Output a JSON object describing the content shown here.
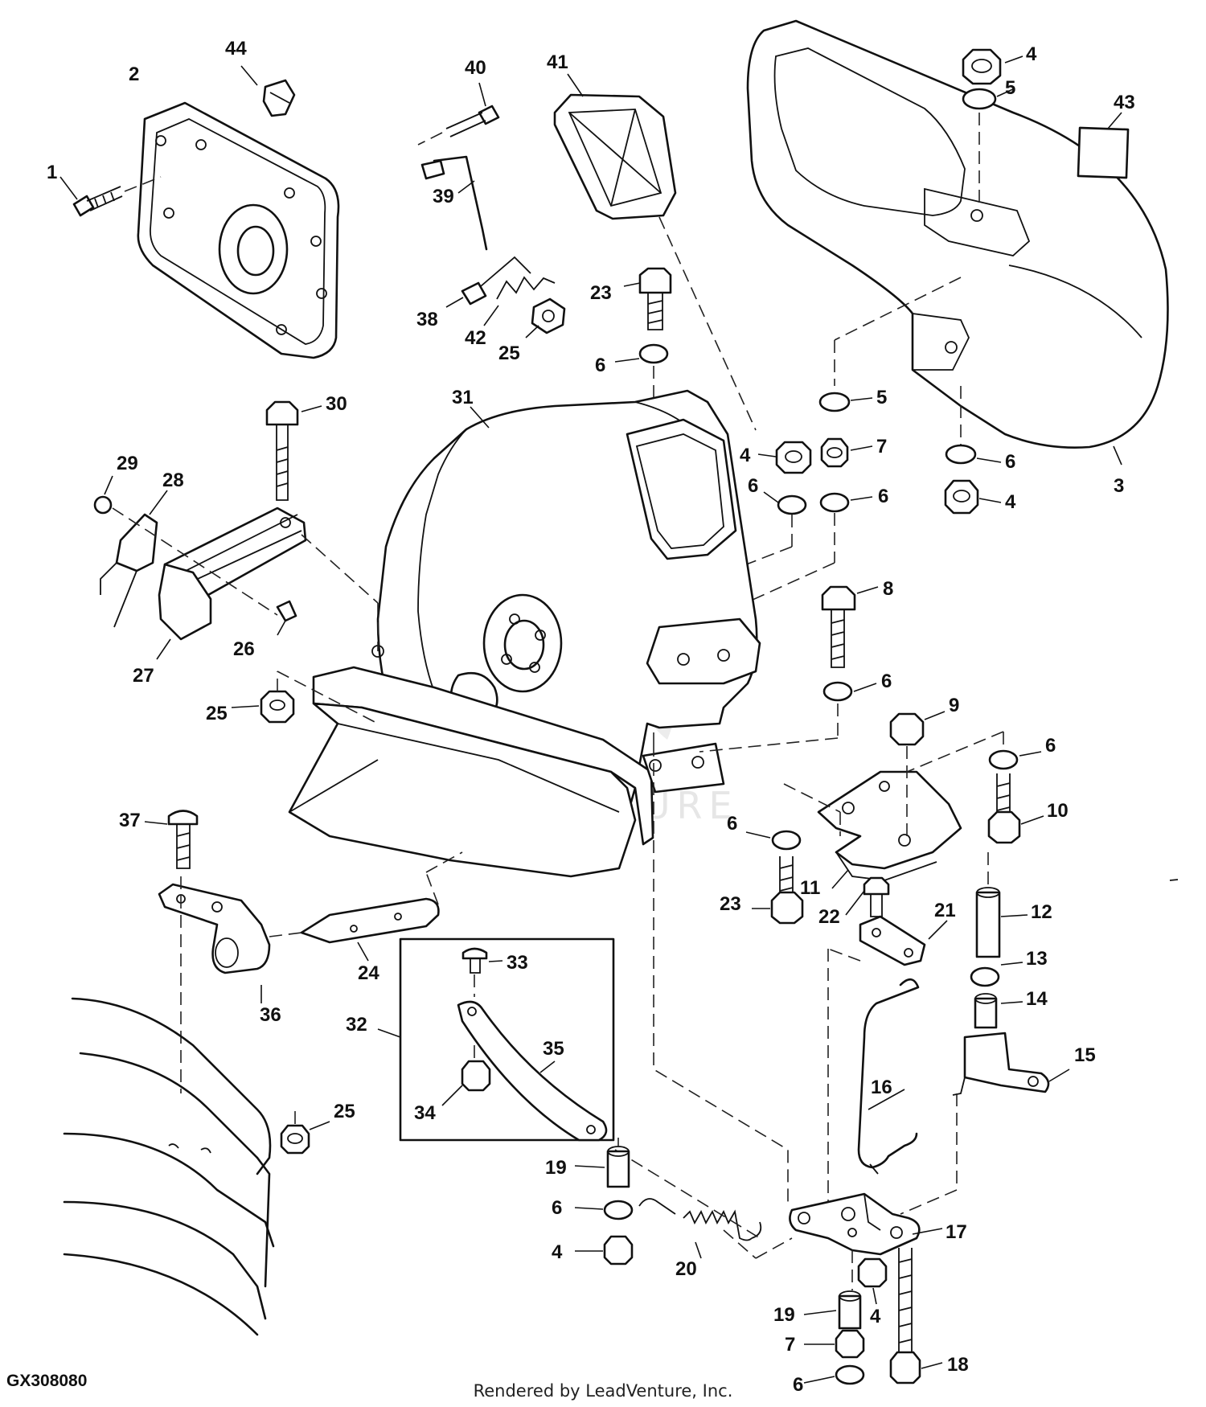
{
  "diagram": {
    "id": "GX308080",
    "credit": "Rendered by LeadVenture, Inc.",
    "watermark": "LEADVENTURE",
    "callouts": [
      {
        "key": "c44",
        "text": "44"
      },
      {
        "key": "c2",
        "text": "2"
      },
      {
        "key": "c1",
        "text": "1"
      },
      {
        "key": "c40",
        "text": "40"
      },
      {
        "key": "c41",
        "text": "41"
      },
      {
        "key": "c39",
        "text": "39"
      },
      {
        "key": "c38",
        "text": "38"
      },
      {
        "key": "c42",
        "text": "42"
      },
      {
        "key": "c25a",
        "text": "25"
      },
      {
        "key": "c23a",
        "text": "23"
      },
      {
        "key": "c6a",
        "text": "6"
      },
      {
        "key": "c4a",
        "text": "4"
      },
      {
        "key": "c5a",
        "text": "5"
      },
      {
        "key": "c43",
        "text": "43"
      },
      {
        "key": "c5b",
        "text": "5"
      },
      {
        "key": "c7a",
        "text": "7"
      },
      {
        "key": "c4b",
        "text": "4"
      },
      {
        "key": "c6b",
        "text": "6"
      },
      {
        "key": "c6c",
        "text": "6"
      },
      {
        "key": "c6d",
        "text": "6"
      },
      {
        "key": "c3",
        "text": "3"
      },
      {
        "key": "c4c",
        "text": "4"
      },
      {
        "key": "c30",
        "text": "30"
      },
      {
        "key": "c31",
        "text": "31"
      },
      {
        "key": "c29",
        "text": "29"
      },
      {
        "key": "c28",
        "text": "28"
      },
      {
        "key": "c27",
        "text": "27"
      },
      {
        "key": "c26",
        "text": "26"
      },
      {
        "key": "c8",
        "text": "8"
      },
      {
        "key": "c6e",
        "text": "6"
      },
      {
        "key": "c25b",
        "text": "25"
      },
      {
        "key": "c9",
        "text": "9"
      },
      {
        "key": "c6f",
        "text": "6"
      },
      {
        "key": "c10",
        "text": "10"
      },
      {
        "key": "c6g",
        "text": "6"
      },
      {
        "key": "c11",
        "text": "11"
      },
      {
        "key": "c37",
        "text": "37"
      },
      {
        "key": "c23b",
        "text": "23"
      },
      {
        "key": "c22",
        "text": "22"
      },
      {
        "key": "c21",
        "text": "21"
      },
      {
        "key": "c12",
        "text": "12"
      },
      {
        "key": "c13",
        "text": "13"
      },
      {
        "key": "c14",
        "text": "14"
      },
      {
        "key": "c15",
        "text": "15"
      },
      {
        "key": "c24",
        "text": "24"
      },
      {
        "key": "c36",
        "text": "36"
      },
      {
        "key": "c33",
        "text": "33"
      },
      {
        "key": "c32",
        "text": "32"
      },
      {
        "key": "c35",
        "text": "35"
      },
      {
        "key": "c34",
        "text": "34"
      },
      {
        "key": "c16",
        "text": "16"
      },
      {
        "key": "c25c",
        "text": "25"
      },
      {
        "key": "c19a",
        "text": "19"
      },
      {
        "key": "c6h",
        "text": "6"
      },
      {
        "key": "c4d",
        "text": "4"
      },
      {
        "key": "c20",
        "text": "20"
      },
      {
        "key": "c17",
        "text": "17"
      },
      {
        "key": "c19b",
        "text": "19"
      },
      {
        "key": "c4e",
        "text": "4"
      },
      {
        "key": "c7b",
        "text": "7"
      },
      {
        "key": "c6i",
        "text": "6"
      },
      {
        "key": "c18",
        "text": "18"
      }
    ]
  }
}
